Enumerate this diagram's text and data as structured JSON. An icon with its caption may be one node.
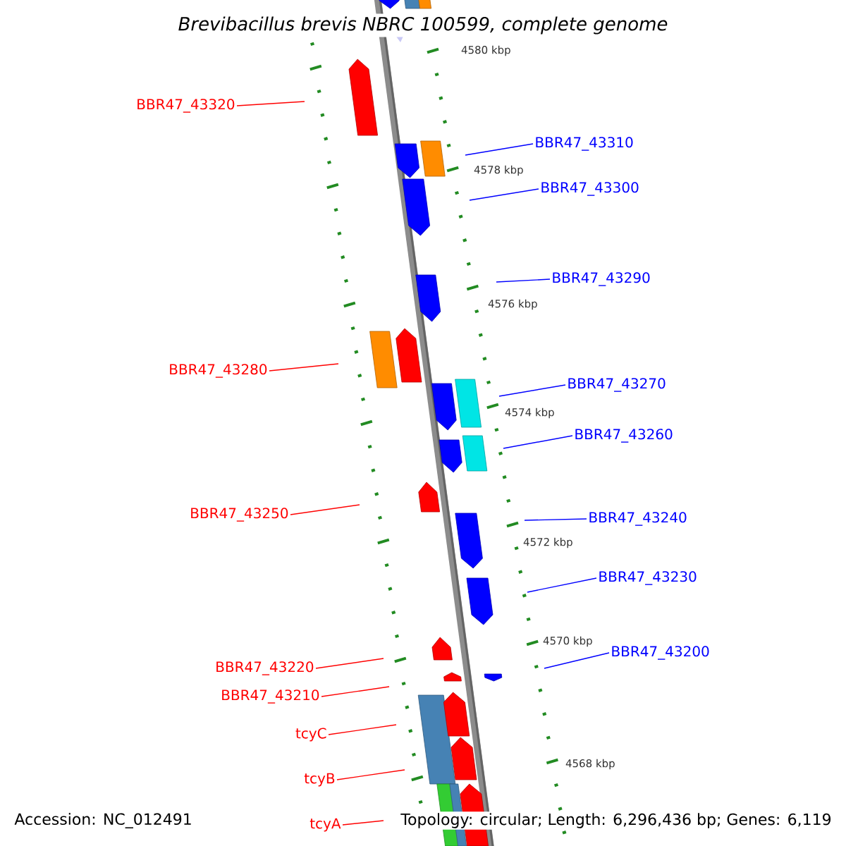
{
  "diagram": {
    "title": "Brevibacillus brevis NBRC 100599, complete genome",
    "nodes": [
      {
        "text": [
          "BBR47_43320"
        ]
      },
      {
        "text": [
          "BBR47_43310"
        ]
      },
      {
        "text": [
          "BBR47_43300"
        ]
      },
      {
        "text": [
          "BBR47_43290"
        ]
      },
      {
        "text": [
          "BBR47_43280"
        ]
      },
      {
        "text": [
          "BBR47_43270"
        ]
      },
      {
        "text": [
          "BBR47_43260"
        ]
      },
      {
        "text": [
          "BBR47_43250"
        ]
      },
      {
        "text": [
          "BBR47_43240"
        ]
      },
      {
        "text": [
          "BBR47_43230"
        ]
      },
      {
        "text": [
          "BBR47_43200"
        ]
      },
      {
        "text": [
          "BBR47_43220"
        ]
      },
      {
        "text": [
          "BBR47_43210"
        ]
      },
      {
        "text": [
          "tcyC"
        ]
      },
      {
        "text": [
          "tcyB"
        ]
      },
      {
        "text": [
          "tcyA"
        ]
      }
    ],
    "edges": [
      {
        "from": 0,
        "to": null,
        "arrow": "none",
        "color": "#ff0000"
      },
      {
        "from": 1,
        "to": null,
        "arrow": "none",
        "color": "#0000ff"
      },
      {
        "from": 2,
        "to": null,
        "arrow": "none",
        "color": "#0000ff"
      },
      {
        "from": 3,
        "to": null,
        "arrow": "none",
        "color": "#0000ff"
      },
      {
        "from": 4,
        "to": null,
        "arrow": "none",
        "color": "#ff0000"
      },
      {
        "from": 5,
        "to": null,
        "arrow": "none",
        "color": "#0000ff"
      },
      {
        "from": 6,
        "to": null,
        "arrow": "none",
        "color": "#0000ff"
      },
      {
        "from": 7,
        "to": null,
        "arrow": "none",
        "color": "#ff0000"
      },
      {
        "from": 8,
        "to": null,
        "arrow": "none",
        "color": "#0000ff"
      },
      {
        "from": 9,
        "to": null,
        "arrow": "none",
        "color": "#0000ff"
      },
      {
        "from": 10,
        "to": null,
        "arrow": "none",
        "color": "#0000ff"
      },
      {
        "from": 11,
        "to": null,
        "arrow": "none",
        "color": "#ff0000"
      },
      {
        "from": 12,
        "to": null,
        "arrow": "none",
        "color": "#ff0000"
      },
      {
        "from": 13,
        "to": null,
        "arrow": "none",
        "color": "#ff0000"
      },
      {
        "from": 14,
        "to": null,
        "arrow": "none",
        "color": "#ff0000"
      },
      {
        "from": 15,
        "to": null,
        "arrow": "none",
        "color": "#ff0000"
      }
    ],
    "labels": [
      "4580 kbp",
      "4578 kbp",
      "4576 kbp",
      "4574 kbp",
      "4572 kbp",
      "4570 kbp",
      "4568 kbp",
      "Accession: NC_012491",
      "Topology: circular; Length: 6,296,436 bp; Genes: 6,119"
    ]
  }
}
